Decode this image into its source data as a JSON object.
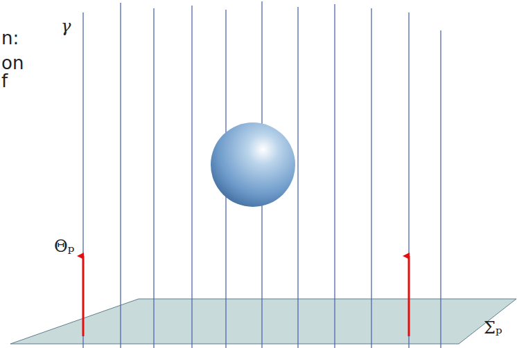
{
  "diagram": {
    "labels": [
      "n:",
      "on",
      "f",
      "γ",
      "Θₚ",
      "Σₚ"
    ]
  }
}
